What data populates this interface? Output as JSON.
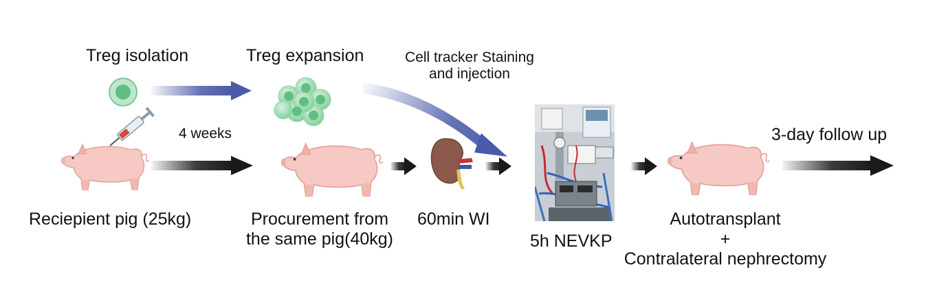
{
  "labels": {
    "treg_isolation": "Treg isolation",
    "treg_expansion": "Treg expansion",
    "cell_tracker_line1": "Cell tracker Staining",
    "cell_tracker_line2": "and injection",
    "four_weeks": "4 weeks",
    "three_day_follow_up": "3-day follow up",
    "recipient_pig": "Reciepient pig (25kg)",
    "procurement_line1": "Procurement from",
    "procurement_line2": "the same pig(40kg)",
    "warm_ischemia": "60min WI",
    "nevkp": "5h NEVKP",
    "autotransplant_line1": "Autotransplant",
    "autotransplant_plus": "+",
    "autotransplant_line2": "Contralateral nephrectomy"
  },
  "icons": {
    "treg_cell": "single-cell-icon",
    "treg_cluster": "cell-cluster-icon",
    "syringe": "syringe-icon",
    "pig": "pig-icon",
    "kidney": "kidney-icon",
    "perfusion_machine": "perfusion-machine-photo"
  },
  "colors": {
    "blue_arrow": "#4a5aa8",
    "black_arrow": "#1a1a1a",
    "pig_body": "#f6c9c4",
    "pig_outline": "#e3a29b",
    "cell_green": "#5fbf83",
    "cell_light": "#a9dfbb",
    "kidney": "#8c5a4a"
  }
}
